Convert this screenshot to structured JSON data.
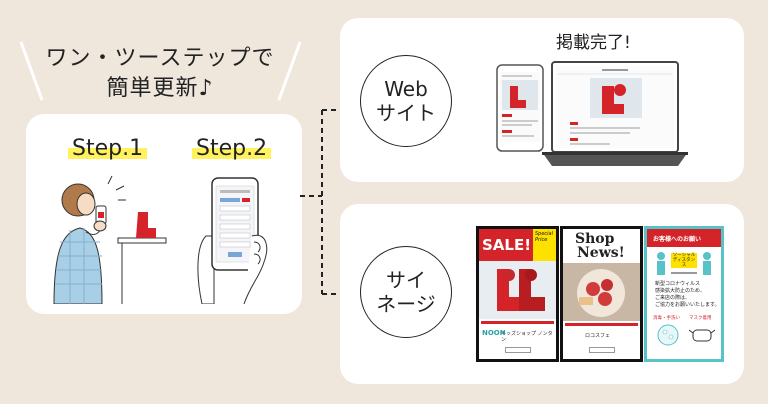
{
  "headline": {
    "line1": "ワン・ツーステップで",
    "line2": "簡単更新♪"
  },
  "steps": {
    "step1": "Step.1",
    "step2": "Step.2"
  },
  "web": {
    "circle_line1": "Web",
    "circle_line2": "サイト",
    "done_label": "掲載完了!"
  },
  "signage": {
    "circle_line1": "サイ",
    "circle_line2": "ネージ",
    "sale": {
      "badge": "SALE!",
      "corner": "Special Price",
      "store": "キッズショップ ノンタン",
      "brand": "NOON"
    },
    "shop_news": {
      "title_line1": "Shop",
      "title_line2": "News!",
      "store": "ロコスフェ"
    },
    "notice": {
      "title": "お客様へのお願い",
      "distance": "ソーシャル ディスタンス",
      "body_line1": "新型コロナウィルス",
      "body_line2": "感染拡大防止のため、",
      "body_line3": "ご来店の際は、",
      "body_line4": "ご協力をお願いいたします。",
      "left_caption": "消毒・手洗い",
      "right_caption": "マスク着用"
    }
  },
  "colors": {
    "accent_yellow": "#fff25c",
    "background": "#efe6dc",
    "red": "#d4242a",
    "teal": "#57c3c8"
  }
}
